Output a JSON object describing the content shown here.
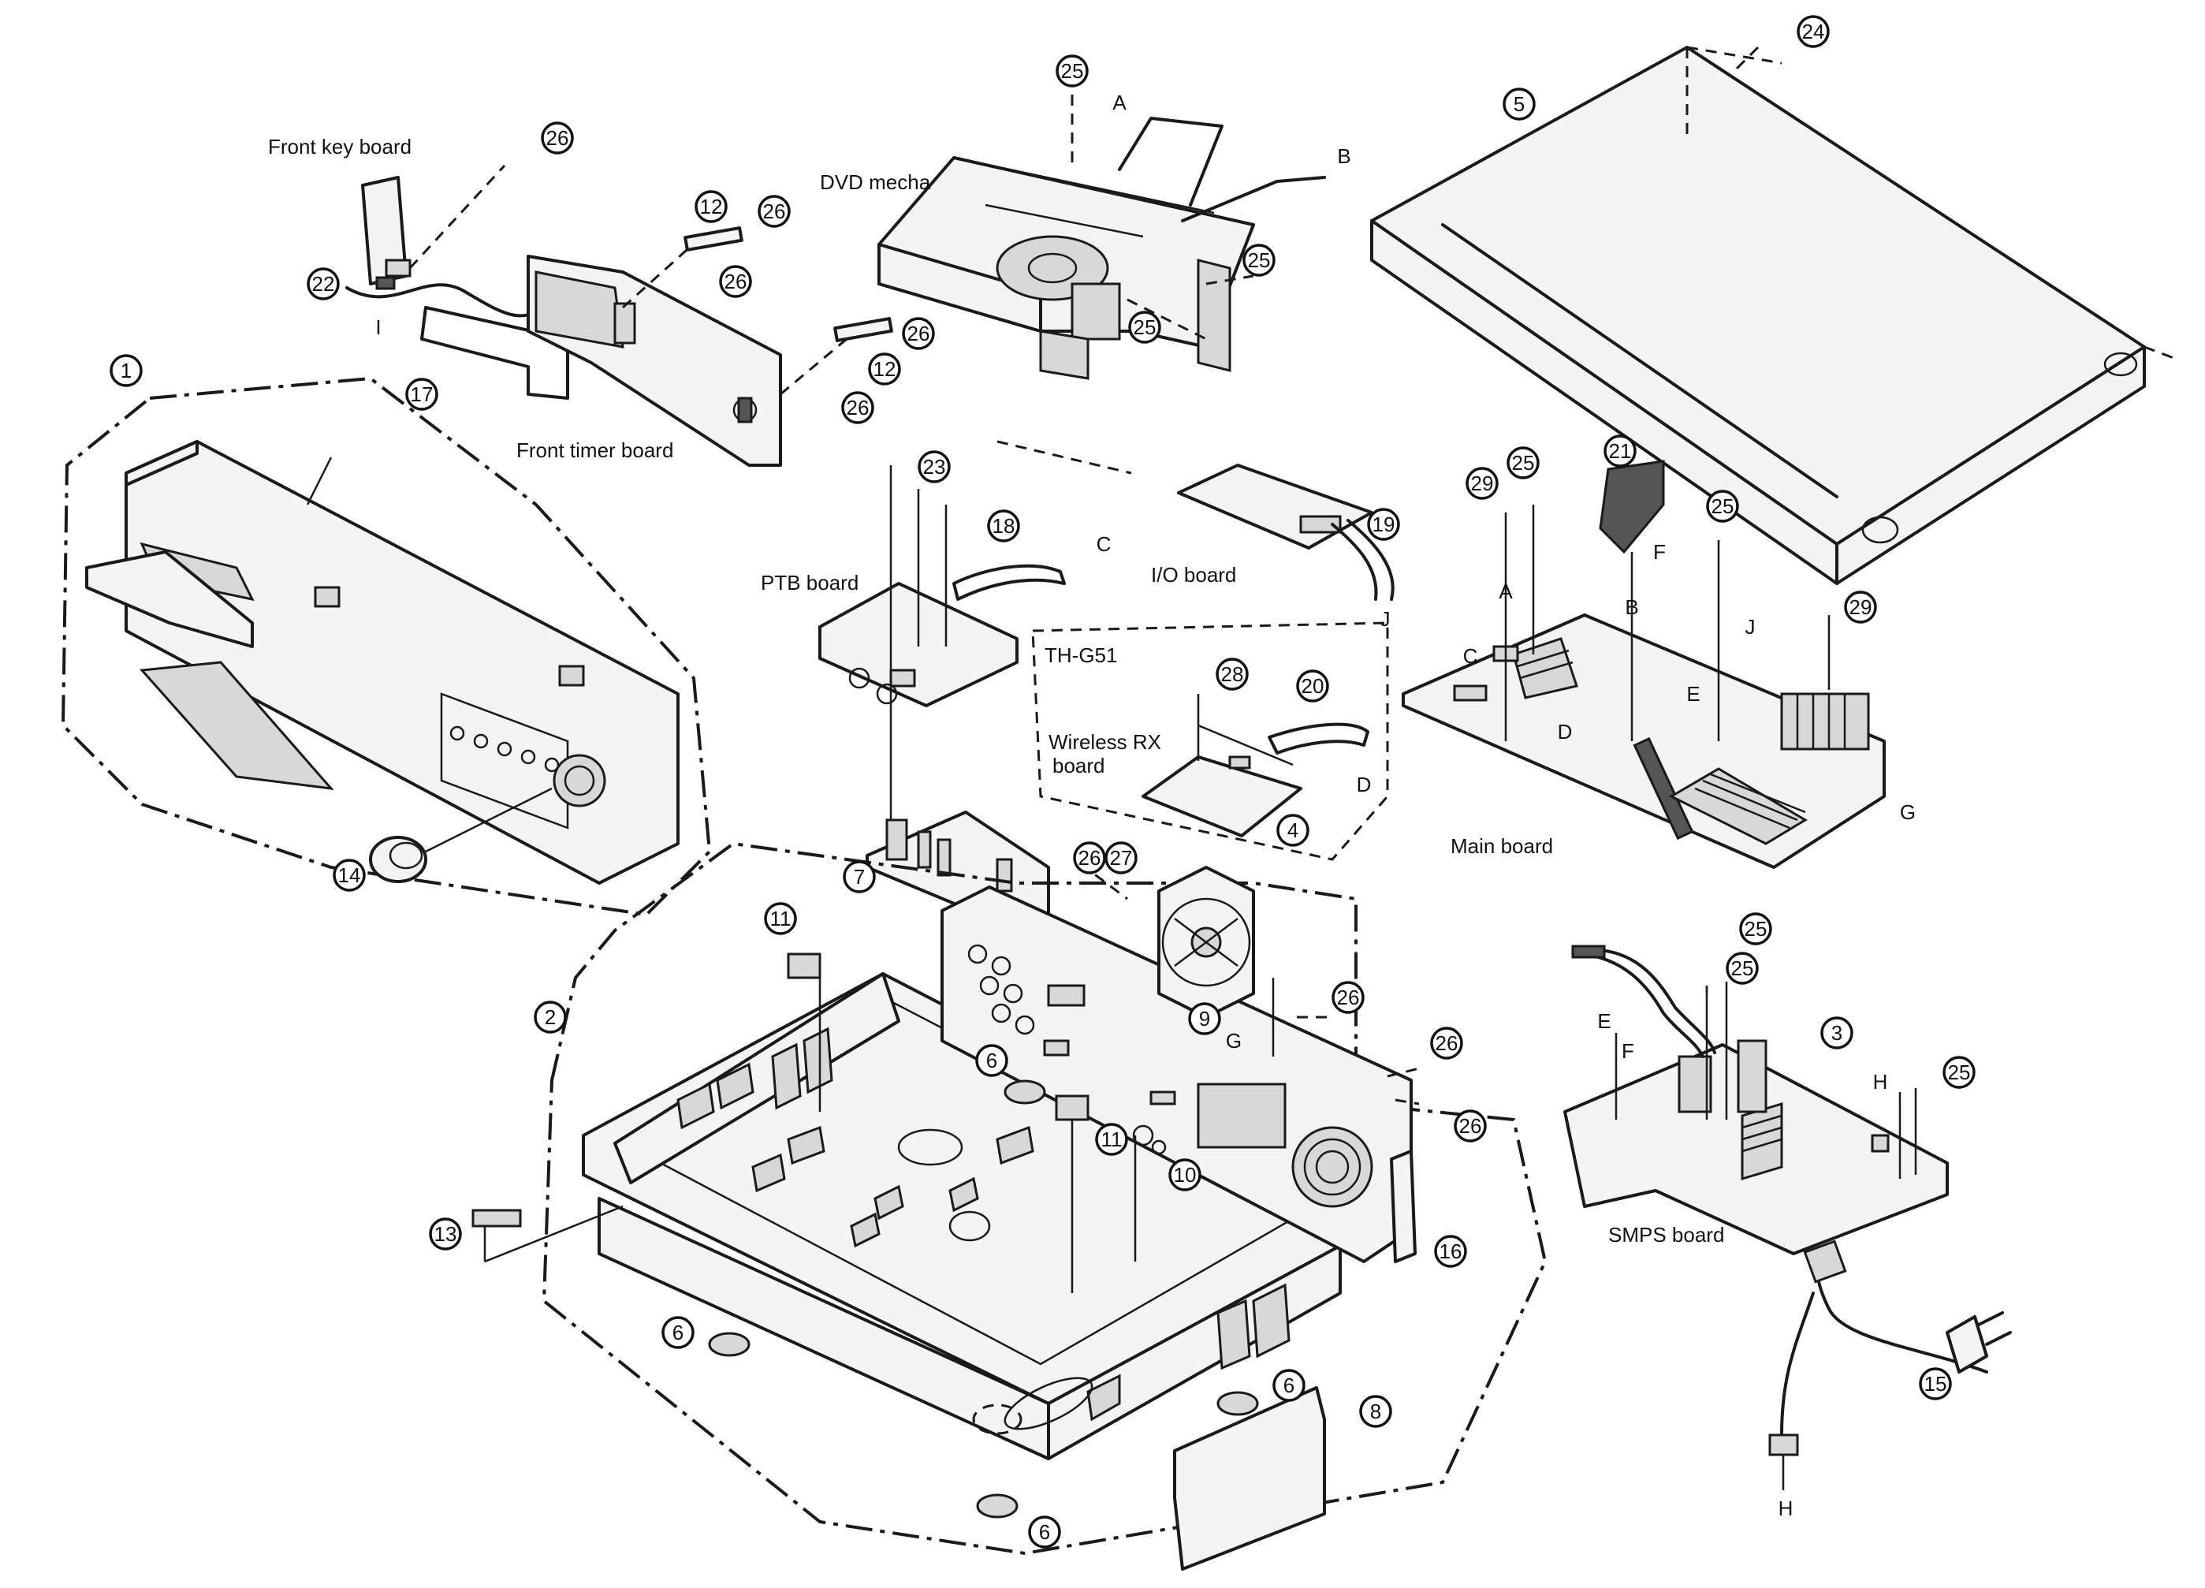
{
  "labels": {
    "front_key_board": "Front key board",
    "front_timer_board": "Front timer board",
    "dvd_mecha": "DVD mecha",
    "ptb_board": "PTB board",
    "io_board": "I/O board",
    "th_g51": "TH-G51",
    "wireless_rx_line1": "Wireless RX",
    "wireless_rx_line2": "board",
    "main_board": "Main board",
    "smps_board": "SMPS board"
  },
  "part_numbers": {
    "p1": "1",
    "p2": "2",
    "p3": "3",
    "p4": "4",
    "p5": "5",
    "p6": "6",
    "p7": "7",
    "p8": "8",
    "p9": "9",
    "p10": "10",
    "p11": "11",
    "p12": "12",
    "p13": "13",
    "p14": "14",
    "p15": "15",
    "p16": "16",
    "p17": "17",
    "p18": "18",
    "p19": "19",
    "p20": "20",
    "p21": "21",
    "p22": "22",
    "p23": "23",
    "p24": "24",
    "p25": "25",
    "p26": "26",
    "p27": "27",
    "p28": "28",
    "p29": "29"
  },
  "connector_letters": {
    "A": "A",
    "B": "B",
    "C": "C",
    "D": "D",
    "E": "E",
    "F": "F",
    "G": "G",
    "H": "H",
    "I": "I",
    "J": "J"
  }
}
